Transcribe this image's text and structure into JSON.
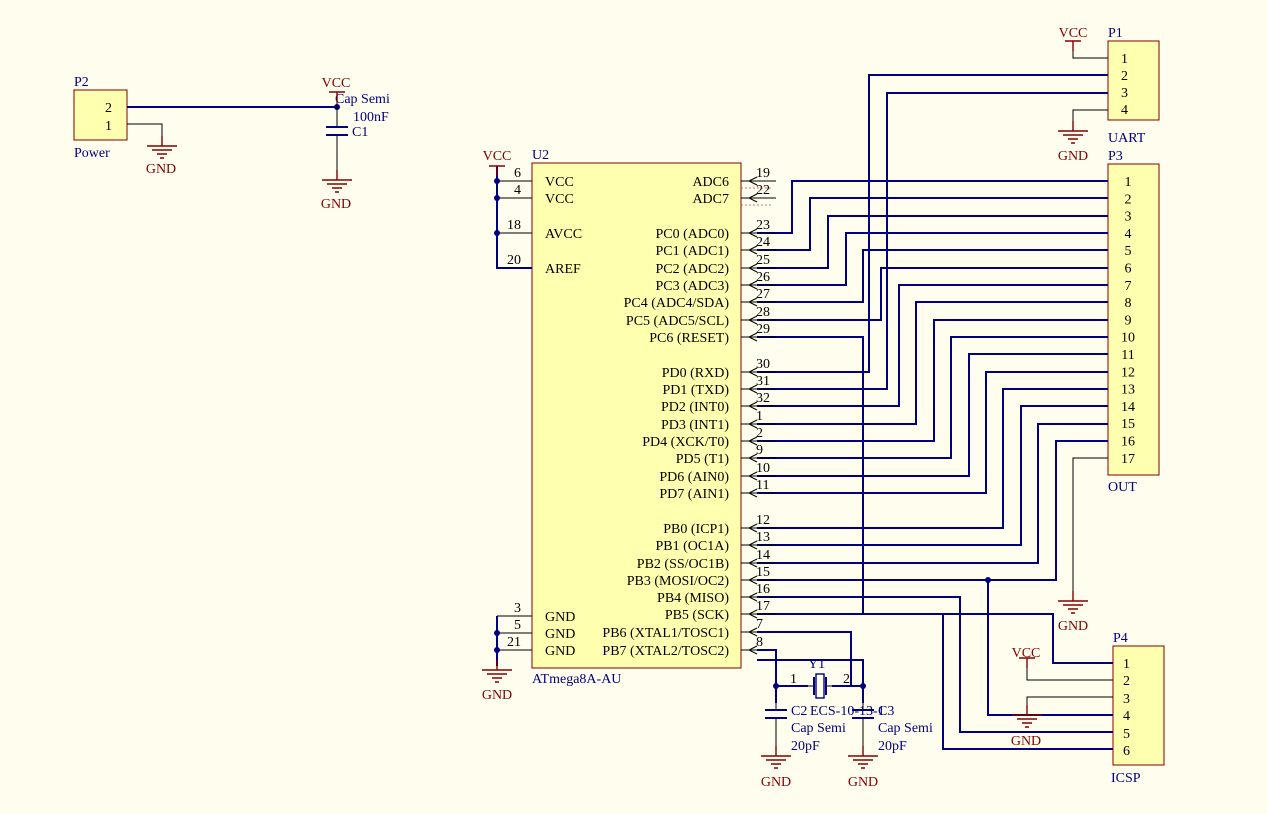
{
  "components": {
    "P2": {
      "designator": "P2",
      "comment": "Power",
      "pins": [
        "2",
        "1"
      ]
    },
    "C1": {
      "designator": "C1",
      "comment": "Cap Semi",
      "value": "100nF"
    },
    "P1": {
      "designator": "P1",
      "comment": "UART",
      "pins": [
        "1",
        "2",
        "3",
        "4"
      ]
    },
    "P3": {
      "designator": "P3",
      "comment": "OUT",
      "pins": [
        "1",
        "2",
        "3",
        "4",
        "5",
        "6",
        "7",
        "8",
        "9",
        "10",
        "11",
        "12",
        "13",
        "14",
        "15",
        "16",
        "17"
      ]
    },
    "P4": {
      "designator": "P4",
      "comment": "ICSP",
      "pins": [
        "1",
        "2",
        "3",
        "4",
        "5",
        "6"
      ]
    },
    "U2": {
      "designator": "U2",
      "comment": "ATmega8A-AU",
      "left_pins": [
        {
          "num": "6",
          "name": "VCC"
        },
        {
          "num": "4",
          "name": "VCC"
        },
        {
          "num": "18",
          "name": "AVCC"
        },
        {
          "num": "20",
          "name": "AREF"
        },
        {
          "num": "3",
          "name": "GND"
        },
        {
          "num": "5",
          "name": "GND"
        },
        {
          "num": "21",
          "name": "GND"
        }
      ],
      "right_pins": [
        {
          "num": "19",
          "name": "ADC6"
        },
        {
          "num": "22",
          "name": "ADC7"
        },
        {
          "num": "23",
          "name": "PC0 (ADC0)"
        },
        {
          "num": "24",
          "name": "PC1 (ADC1)"
        },
        {
          "num": "25",
          "name": "PC2 (ADC2)"
        },
        {
          "num": "26",
          "name": "PC3 (ADC3)"
        },
        {
          "num": "27",
          "name": "PC4 (ADC4/SDA)"
        },
        {
          "num": "28",
          "name": "PC5 (ADC5/SCL)"
        },
        {
          "num": "29",
          "name": "PC6 (RESET)"
        },
        {
          "num": "30",
          "name": "PD0 (RXD)"
        },
        {
          "num": "31",
          "name": "PD1 (TXD)"
        },
        {
          "num": "32",
          "name": "PD2 (INT0)"
        },
        {
          "num": "1",
          "name": "PD3 (INT1)"
        },
        {
          "num": "2",
          "name": "PD4 (XCK/T0)"
        },
        {
          "num": "9",
          "name": "PD5 (T1)"
        },
        {
          "num": "10",
          "name": "PD6 (AIN0)"
        },
        {
          "num": "11",
          "name": "PD7 (AIN1)"
        },
        {
          "num": "12",
          "name": "PB0 (ICP1)"
        },
        {
          "num": "13",
          "name": "PB1 (OC1A)"
        },
        {
          "num": "14",
          "name": "PB2 (SS/OC1B)"
        },
        {
          "num": "15",
          "name": "PB3 (MOSI/OC2)"
        },
        {
          "num": "16",
          "name": "PB4 (MISO)"
        },
        {
          "num": "17",
          "name": "PB5 (SCK)"
        },
        {
          "num": "7",
          "name": "PB6 (XTAL1/TOSC1)"
        },
        {
          "num": "8",
          "name": "PB7 (XTAL2/TOSC2)"
        }
      ]
    },
    "Y1": {
      "designator": "Y1",
      "comment": "ECS-10-13-1",
      "pins": [
        "1",
        "2"
      ]
    },
    "C2": {
      "designator": "C2",
      "comment": "Cap Semi",
      "value": "20pF"
    },
    "C3": {
      "designator": "C3",
      "comment": "Cap Semi",
      "value": "20pF"
    }
  },
  "power_ports": {
    "vcc": "VCC",
    "gnd": "GND"
  },
  "colors": {
    "background": "#fffdee",
    "wire": "#000080",
    "power": "#800000",
    "body": "#ffffb0",
    "border": "#800000",
    "text": "#000000",
    "label": "#000080"
  }
}
